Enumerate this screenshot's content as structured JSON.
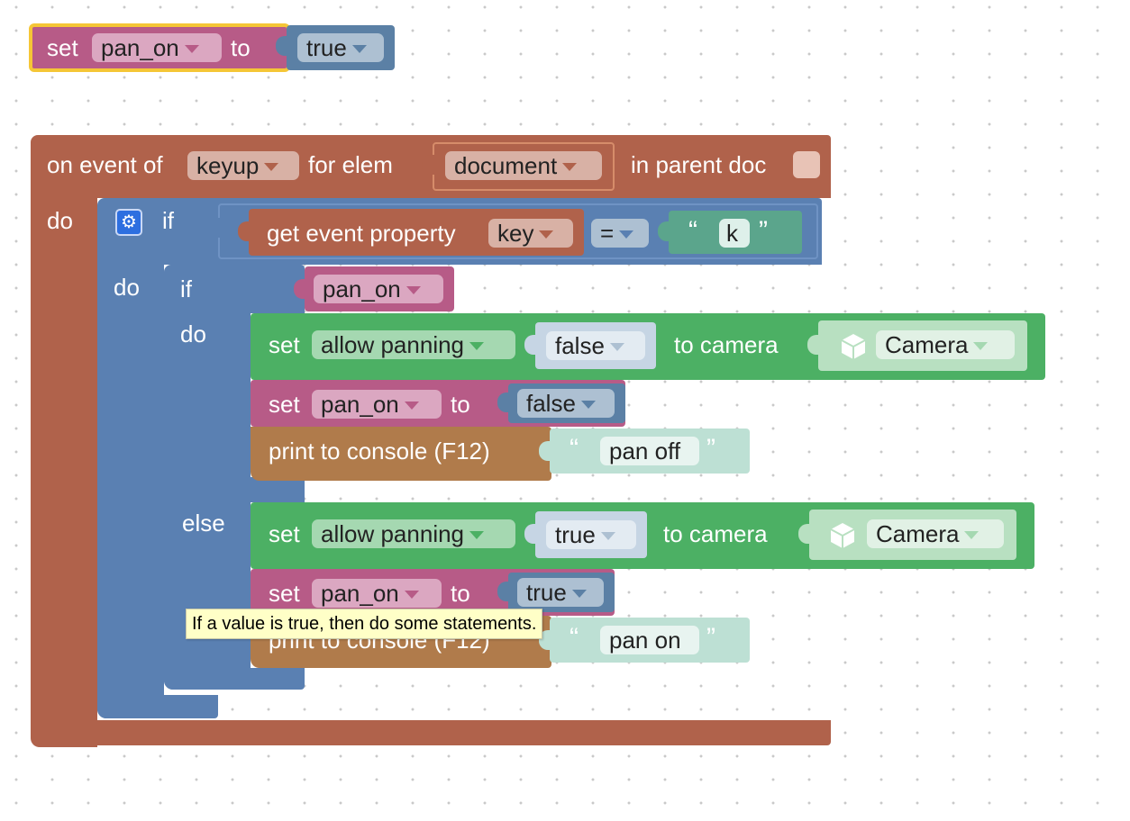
{
  "colors": {
    "variable": "#b75b87",
    "logic_bool": "#5b80a5",
    "logic_if": "#5a80b2",
    "event": "#b0624b",
    "camera": "#4cb064",
    "text": "#5ba58c",
    "print": "#b07b4b",
    "selection": "#f5c636"
  },
  "top_block": {
    "set_label": "set",
    "variable": "pan_on",
    "to_label": "to",
    "value": "true"
  },
  "event_block": {
    "label_on_event": "on event of",
    "event_name": "keyup",
    "label_for_elem": "for elem",
    "element": "document",
    "label_parent": "in parent doc",
    "do_label": "do"
  },
  "outer_if": {
    "if_label": "if",
    "do_label": "do",
    "gear_icon": "gear-icon",
    "condition": {
      "get_label": "get event property",
      "property": "key",
      "operator": "=",
      "open_quote": "“",
      "string": "k",
      "close_quote": "”"
    }
  },
  "inner_if": {
    "if_label": "if",
    "do_label": "do",
    "else_label": "else",
    "condition_variable": "pan_on"
  },
  "do_branch": {
    "camera_set_label": "set",
    "camera_property": "allow panning",
    "camera_value": "false",
    "camera_to_label": "to camera",
    "camera_name": "Camera",
    "camera_icon": "cube-icon",
    "var_set_label": "set",
    "var_name": "pan_on",
    "var_to_label": "to",
    "var_value": "false",
    "print_label": "print to console (F12)",
    "print_open_quote": "“",
    "print_text": "pan off",
    "print_close_quote": "”"
  },
  "else_branch": {
    "camera_set_label": "set",
    "camera_property": "allow panning",
    "camera_value": "true",
    "camera_to_label": "to camera",
    "camera_name": "Camera",
    "camera_icon": "cube-icon",
    "var_set_label": "set",
    "var_name": "pan_on",
    "var_to_label": "to",
    "var_value": "true",
    "print_label": "print to console (F12)",
    "print_open_quote": "“",
    "print_text": "pan on",
    "print_close_quote": "”"
  },
  "tooltip": {
    "text": "If a value is true, then do some statements."
  }
}
